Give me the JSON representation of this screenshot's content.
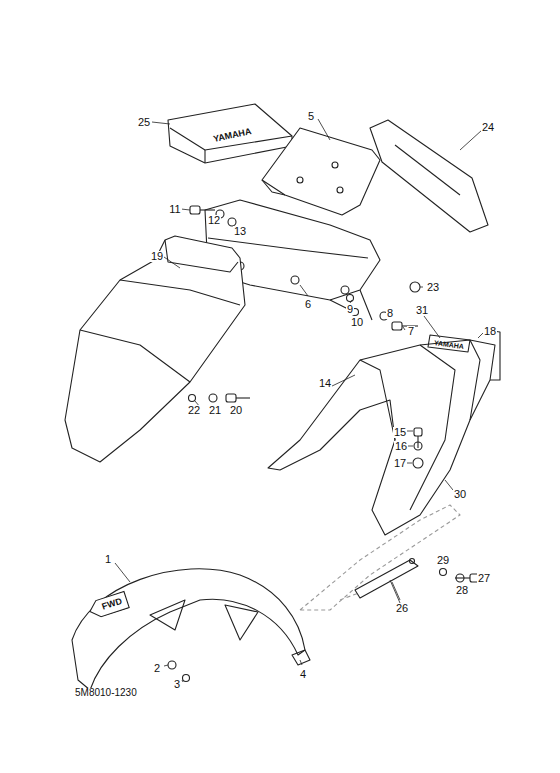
{
  "diagram": {
    "nodes": [
      {
        "text": [
          "FWD"
        ]
      }
    ],
    "labels": [
      "1",
      "2",
      "3",
      "4",
      "5",
      "6",
      "7",
      "8",
      "9",
      "10",
      "11",
      "12",
      "13",
      "14",
      "15",
      "16",
      "17",
      "18",
      "19",
      "20",
      "21",
      "22",
      "23",
      "24",
      "25",
      "26",
      "27",
      "28",
      "29",
      "30",
      "31",
      "5M8010-1230",
      "YAMAHA",
      "YAMAHA"
    ]
  }
}
